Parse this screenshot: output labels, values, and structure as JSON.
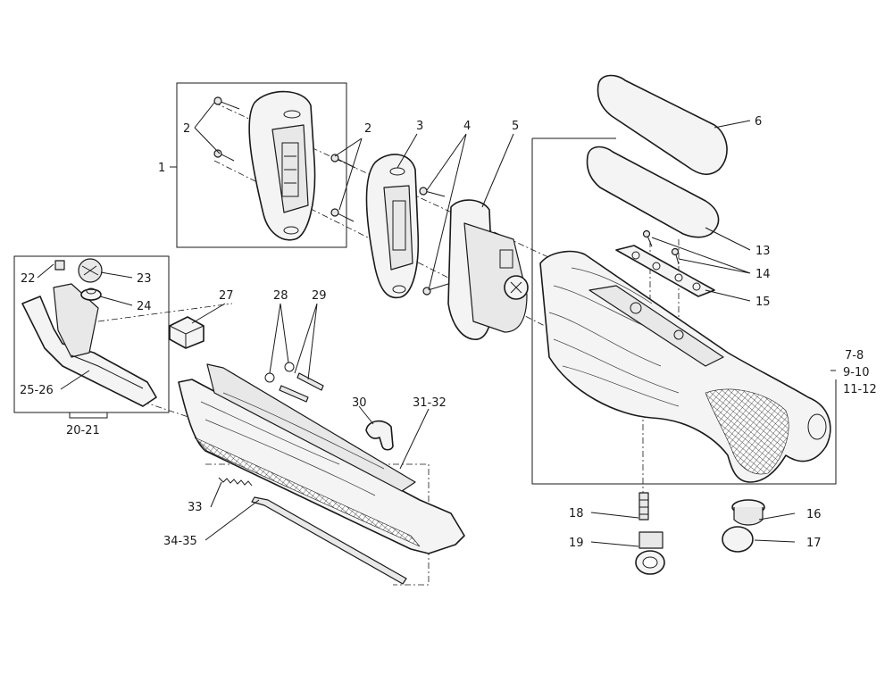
{
  "callouts": {
    "c1": "1",
    "c2a": "2",
    "c2b": "2",
    "c3": "3",
    "c4": "4",
    "c5": "5",
    "c6": "6",
    "c7": "7-8",
    "c9": "9-10",
    "c11": "11-12",
    "c13": "13",
    "c14": "14",
    "c15": "15",
    "c16": "16",
    "c17": "17",
    "c18": "18",
    "c19": "19",
    "c20": "20-21",
    "c22": "22",
    "c23": "23",
    "c24": "24",
    "c25": "25-26",
    "c27": "27",
    "c28": "28",
    "c29": "29",
    "c30": "30",
    "c31": "31-32",
    "c33": "33",
    "c34": "34-35"
  }
}
